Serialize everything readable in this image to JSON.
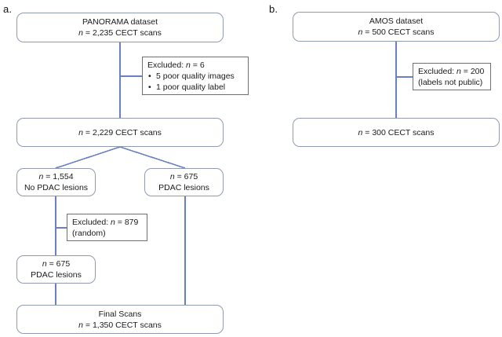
{
  "figure": {
    "type": "flowchart",
    "description": "Two-panel CONSORT-style dataset inclusion/exclusion flow diagram",
    "line_color": "#6b80c4",
    "rounded_box_border": "#8f9bb3",
    "square_box_border": "#6f6f6f",
    "text_color": "#1a1a1a",
    "background": "#ffffff"
  },
  "panels": [
    {
      "id": "a",
      "label": "a.",
      "nodes": {
        "source": {
          "name": "PANORAMA dataset",
          "count_prefix": "n",
          "count_text": "= 2,235 CECT scans"
        },
        "excluded_top": {
          "heading_prefix": "Excluded: ",
          "heading_italic": "n",
          "heading_suffix": " = 6",
          "bullets": [
            "5 poor quality images",
            "1 poor quality label"
          ]
        },
        "after_exclusion": {
          "count_prefix": "n",
          "count_text": "= 2,229 CECT scans"
        },
        "branch_left": {
          "count_prefix": "n",
          "count_text": "= 1,554",
          "label": "No PDAC lesions"
        },
        "branch_right": {
          "count_prefix": "n",
          "count_text": "= 675",
          "label": "PDAC lesions"
        },
        "excluded_random": {
          "heading_prefix": "Excluded: ",
          "heading_italic": "n",
          "heading_suffix": " = 879",
          "second_line": "(random)"
        },
        "sampled_negatives": {
          "count_prefix": "n",
          "count_text": "= 675",
          "label": "PDAC lesions"
        },
        "final": {
          "title": "Final Scans",
          "count_prefix": "n",
          "count_text": "= 1,350 CECT scans"
        }
      }
    },
    {
      "id": "b",
      "label": "b.",
      "nodes": {
        "source": {
          "name": "AMOS dataset",
          "count_prefix": "n",
          "count_text": "= 500 CECT scans"
        },
        "excluded": {
          "heading_prefix": "Excluded: ",
          "heading_italic": "n",
          "heading_suffix": " = 200",
          "second_line": "(labels not public)"
        },
        "after_exclusion": {
          "count_prefix": "n",
          "count_text": "= 300 CECT scans"
        }
      }
    }
  ]
}
